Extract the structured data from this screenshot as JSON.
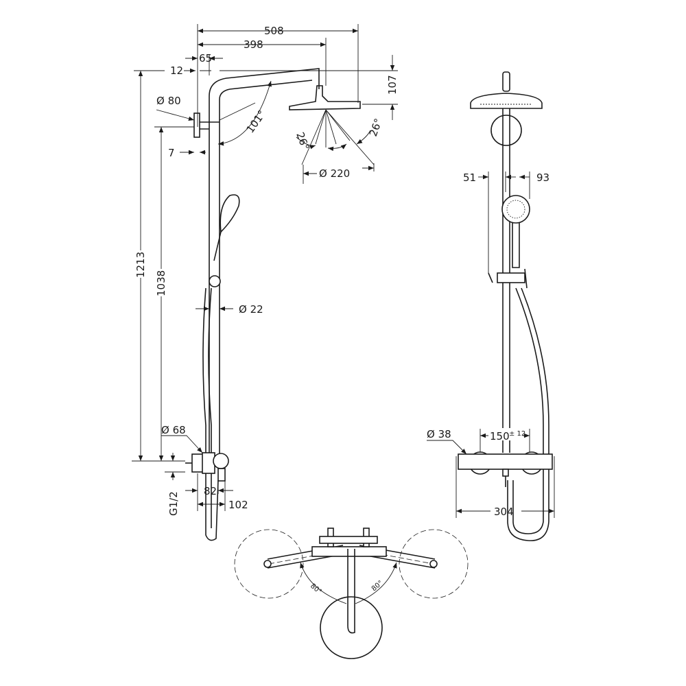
{
  "left_view": {
    "dims": {
      "width_total": "508",
      "width_arm": "398",
      "offset_65": "65",
      "offset_12": "12",
      "head_drop": "107",
      "bracket_diameter": "Ø 80",
      "arm_angle": "101°",
      "tilt_left": "26°",
      "tilt_right": "26°",
      "bracket_depth": "7",
      "head_diameter": "Ø 220",
      "height_total": "1213",
      "height_pipe": "1038",
      "pipe_diameter": "Ø 22",
      "mixer_diameter": "Ø 68",
      "thread": "G1/2",
      "mixer_depth": "82",
      "mixer_depth_total": "102"
    }
  },
  "right_view": {
    "dims": {
      "hand_left": "51",
      "hand_right": "93",
      "valve_diameter": "Ø 38",
      "valve_spacing": "150",
      "valve_spacing_tol": "± 12",
      "mixer_width": "304"
    }
  },
  "top_view": {
    "dims": {
      "swivel_left": "80°",
      "swivel_right": "80°"
    }
  }
}
